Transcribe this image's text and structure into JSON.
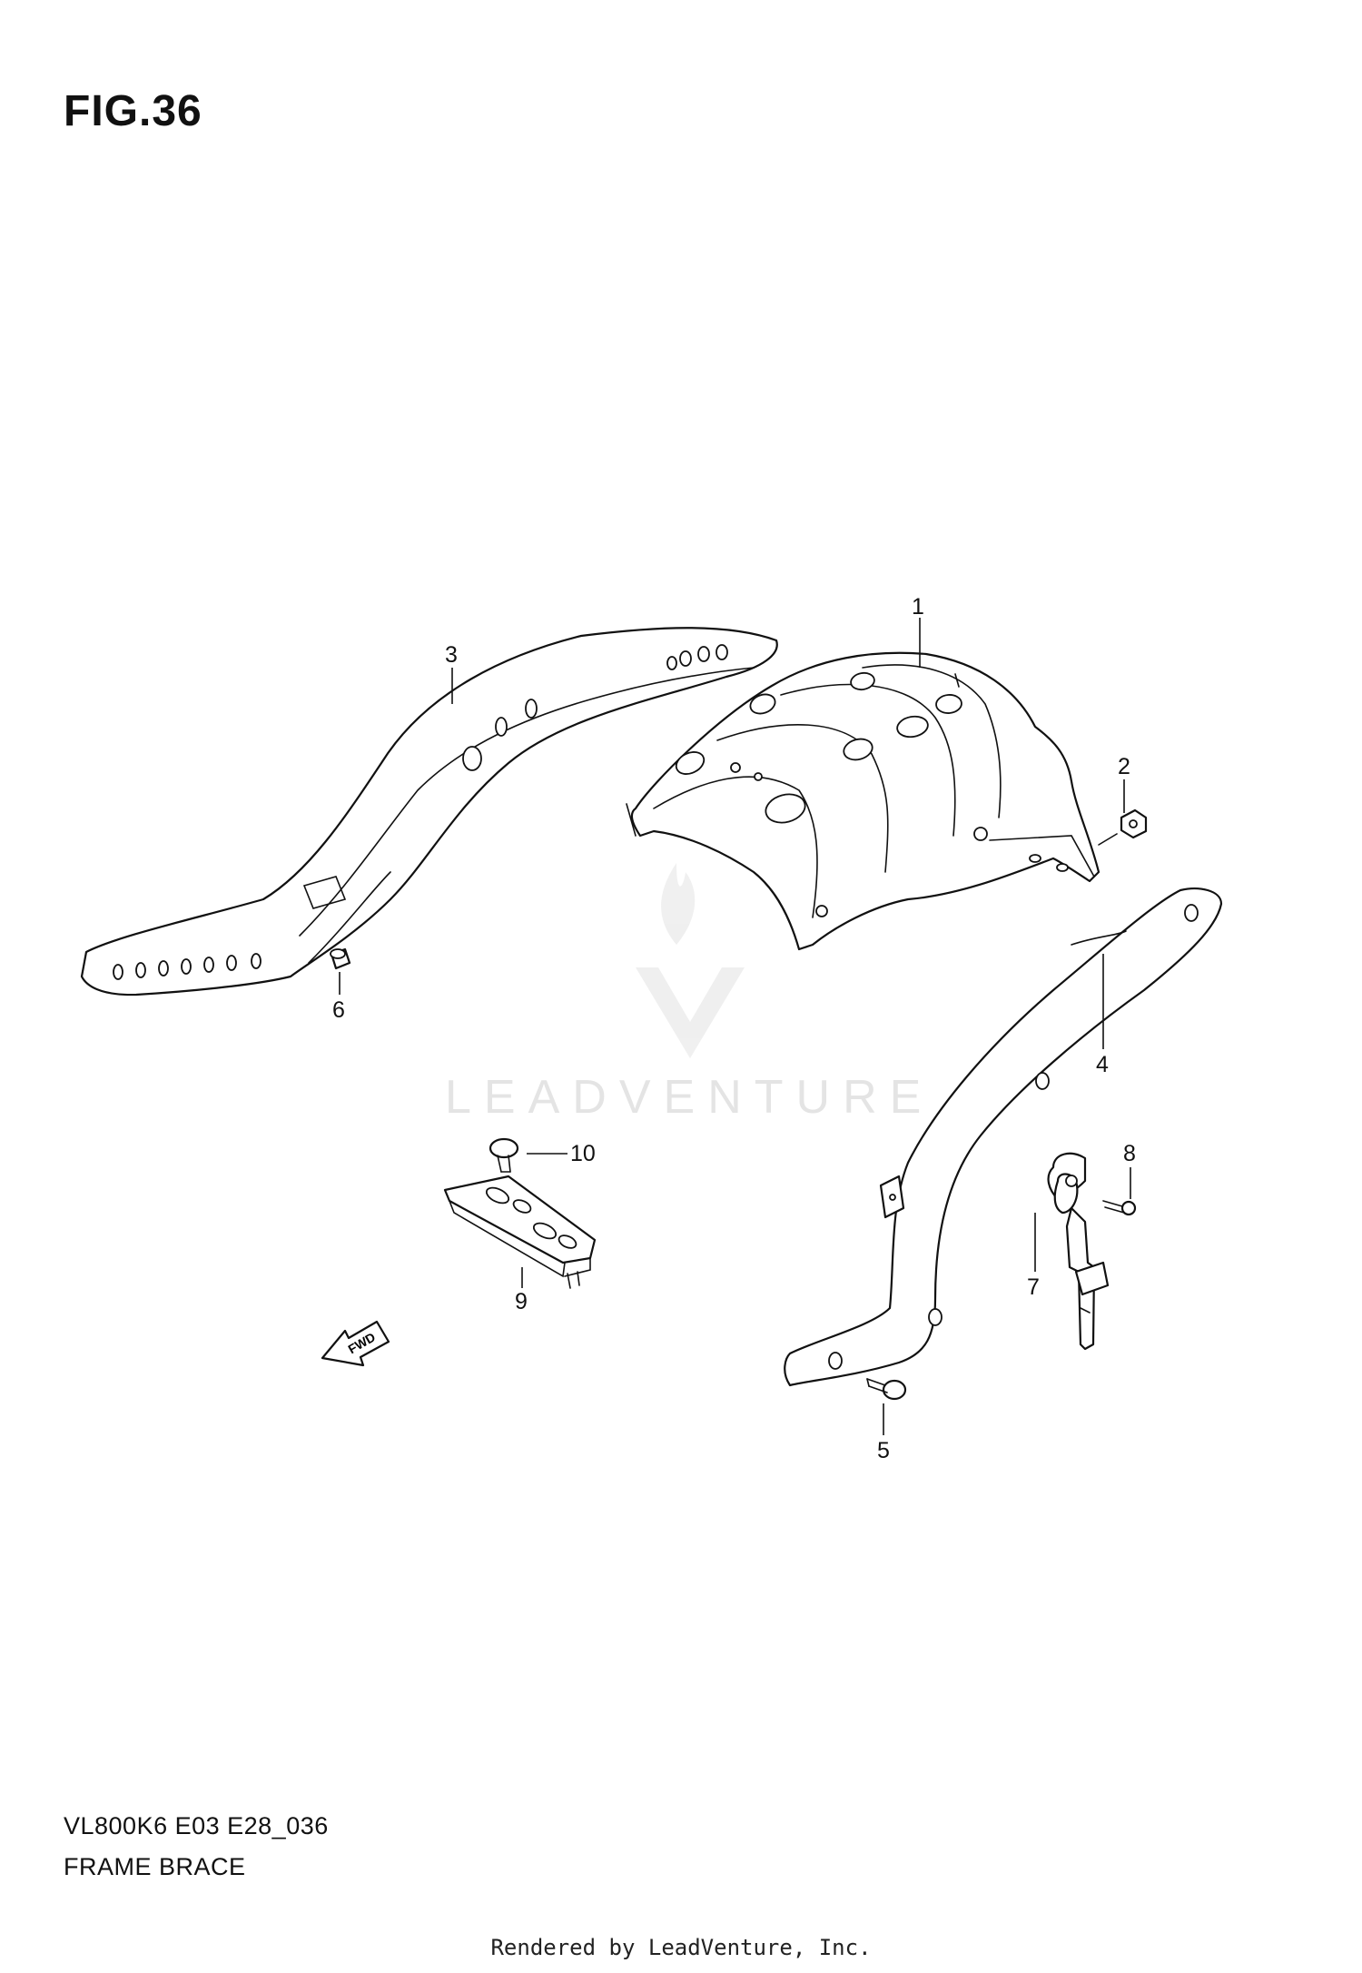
{
  "figure": {
    "title": "FIG.36",
    "model_code": "VL800K6 E03 E28_036",
    "section_name": "FRAME BRACE"
  },
  "callouts": [
    "1",
    "2",
    "3",
    "4",
    "5",
    "6",
    "7",
    "8",
    "9",
    "10"
  ],
  "parts": {
    "p1": "1",
    "p2": "2",
    "p3": "3",
    "p4": "4",
    "p5": "5",
    "p6": "6",
    "p7": "7",
    "p8": "8",
    "p9": "9",
    "p10": "10"
  },
  "direction_marker": "FWD",
  "watermark": {
    "text": "LEADVENTURE",
    "logo": "leadventure-flame-v-logo"
  },
  "footer": {
    "credit": "Rendered by LeadVenture, Inc."
  }
}
